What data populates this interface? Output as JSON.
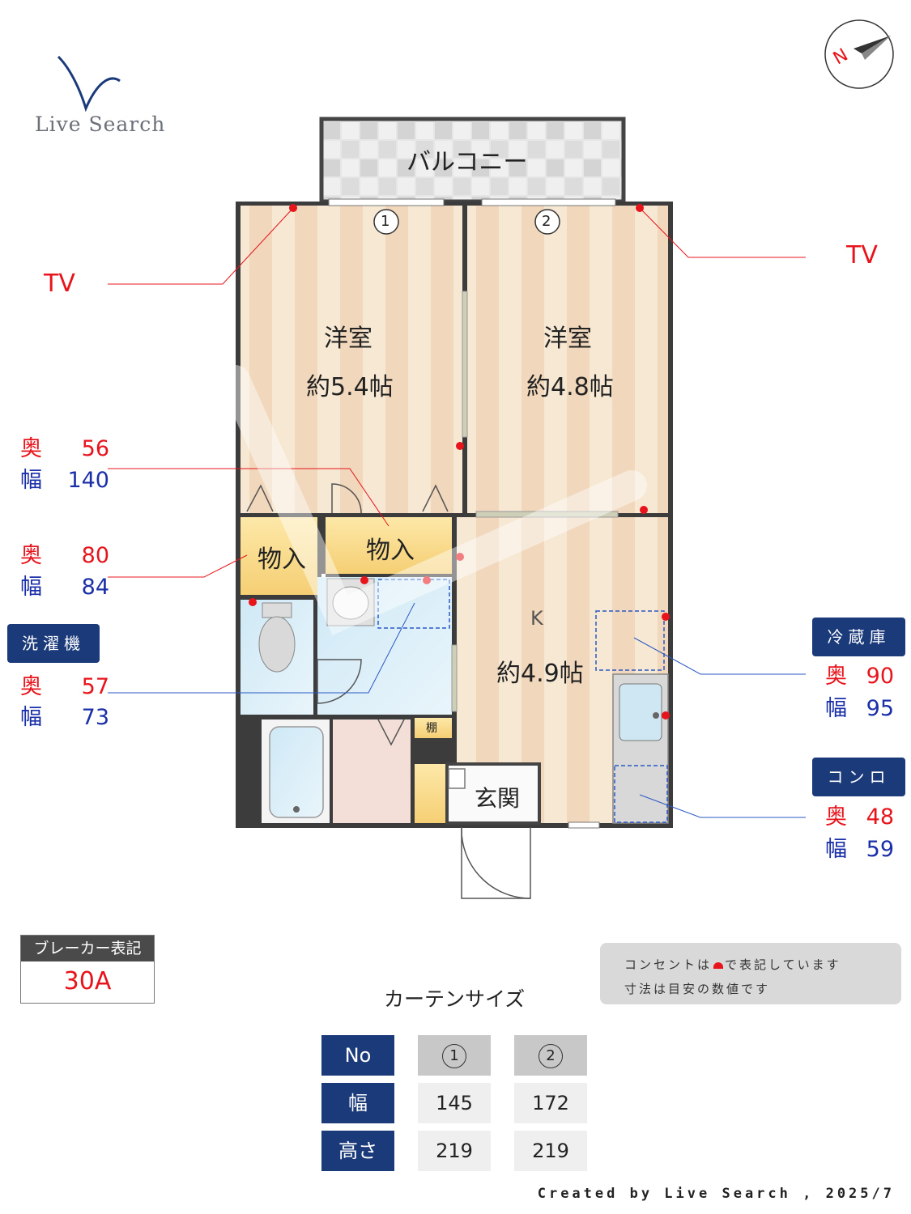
{
  "logo": {
    "text": "Live Search"
  },
  "compass": {
    "label": "N"
  },
  "rooms": {
    "balcony": "バルコニー",
    "west_room_name": "洋室",
    "west_room_size": "約5.4帖",
    "east_room_name": "洋室",
    "east_room_size": "約4.8帖",
    "closet_left": "物入",
    "closet_center": "物入",
    "kitchen_name": "K",
    "kitchen_size": "約4.9帖",
    "entrance": "玄関",
    "shelf": "棚",
    "window_1": "1",
    "window_2": "2"
  },
  "callouts": {
    "tv_left": "TV",
    "tv_right": "TV",
    "closet1": {
      "depth_label": "奥",
      "depth": "56",
      "width_label": "幅",
      "width": "140"
    },
    "closet2": {
      "depth_label": "奥",
      "depth": "80",
      "width_label": "幅",
      "width": "84"
    },
    "washer": {
      "title": "洗濯機",
      "depth_label": "奥",
      "depth": "57",
      "width_label": "幅",
      "width": "73"
    },
    "fridge": {
      "title": "冷蔵庫",
      "depth_label": "奥",
      "depth": "90",
      "width_label": "幅",
      "width": "95"
    },
    "stove": {
      "title": "コンロ",
      "depth_label": "奥",
      "depth": "48",
      "width_label": "幅",
      "width": "59"
    }
  },
  "breaker": {
    "header": "ブレーカー表記",
    "value": "30A"
  },
  "note": {
    "line1_a": "コンセントは",
    "line1_b": "で表記しています",
    "line2": "寸法は目安の数値です"
  },
  "curtain": {
    "title": "カーテンサイズ",
    "headers": {
      "no": "No",
      "col1": "1",
      "col2": "2"
    },
    "rows": [
      {
        "label": "幅",
        "v1": "145",
        "v2": "172"
      },
      {
        "label": "高さ",
        "v1": "219",
        "v2": "219"
      }
    ]
  },
  "credit": "Created by Live Search , 2025/7",
  "colors": {
    "accent_red": "#e8141c",
    "accent_blue": "#1a2fa8",
    "navy": "#1b3a7a"
  }
}
